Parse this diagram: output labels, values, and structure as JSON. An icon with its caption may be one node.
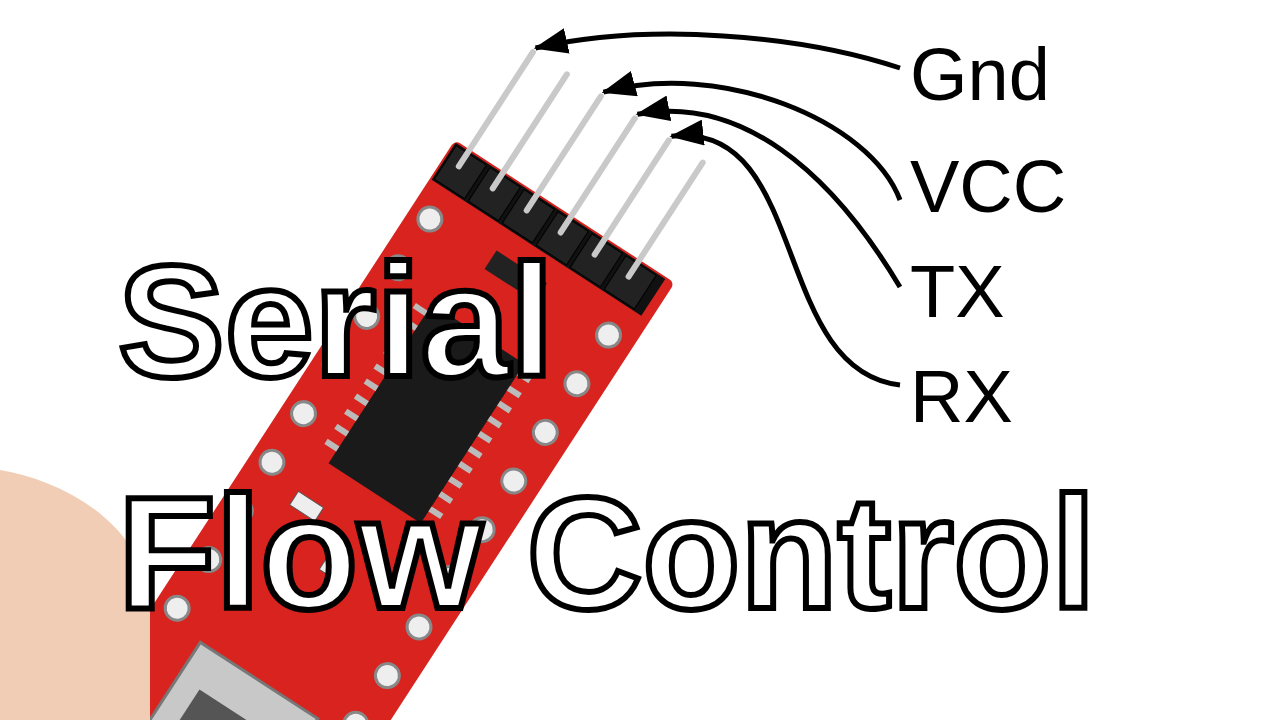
{
  "diagram": {
    "title": "Serial Flow Control",
    "nodes": [
      {
        "text": [
          "Gnd"
        ]
      },
      {
        "text": [
          "VCC"
        ]
      },
      {
        "text": [
          "TX"
        ]
      },
      {
        "text": [
          "RX"
        ]
      },
      {
        "text": [],
        "shape": "bar"
      },
      {
        "text": [],
        "shape": "bar"
      },
      {
        "text": [],
        "shape": "bar"
      },
      {
        "text": [],
        "shape": "bar"
      }
    ],
    "edges": [
      {
        "from": 0,
        "to": 4,
        "arrow": "to"
      },
      {
        "from": 1,
        "to": 5,
        "arrow": "to"
      },
      {
        "from": 2,
        "to": 6,
        "arrow": "to"
      },
      {
        "from": 3,
        "to": 7,
        "arrow": "to"
      }
    ]
  }
}
